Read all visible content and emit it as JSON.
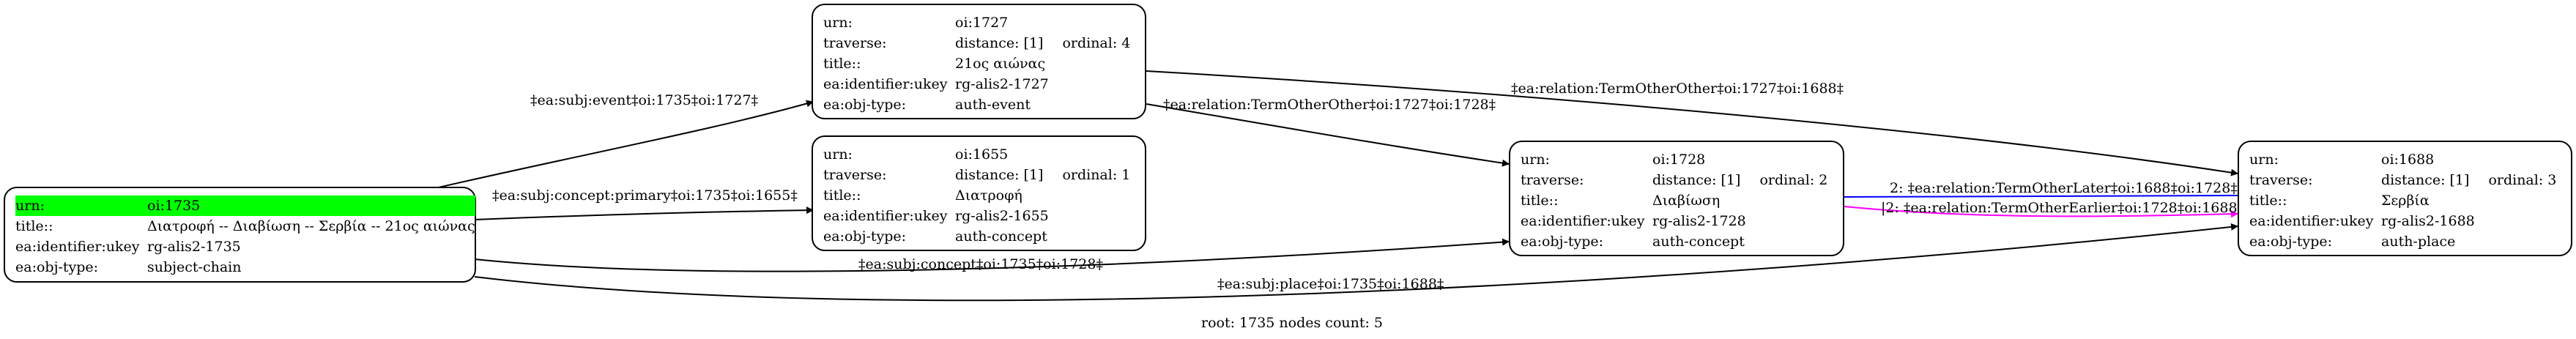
{
  "nodes": {
    "n1735": {
      "rows": [
        {
          "key": "urn:",
          "value": "oi:1735"
        },
        {
          "key": "title::",
          "value": "Διατροφή -- Διαβίωση -- Σερβία -- 21ος αιώνας"
        },
        {
          "key": "ea:identifier:ukey",
          "value": "rg-alis2-1735"
        },
        {
          "key": "ea:obj-type:",
          "value": "subject-chain"
        }
      ],
      "highlight_color": "#00ff00"
    },
    "n1727": {
      "rows": [
        {
          "key": "urn:",
          "value": "oi:1727"
        },
        {
          "key": "traverse:",
          "value": "distance: [1]",
          "extra": "ordinal: 4"
        },
        {
          "key": "title::",
          "value": "21ος αιώνας"
        },
        {
          "key": "ea:identifier:ukey",
          "value": "rg-alis2-1727"
        },
        {
          "key": "ea:obj-type:",
          "value": "auth-event"
        }
      ]
    },
    "n1655": {
      "rows": [
        {
          "key": "urn:",
          "value": "oi:1655"
        },
        {
          "key": "traverse:",
          "value": "distance: [1]",
          "extra": "ordinal: 1"
        },
        {
          "key": "title::",
          "value": "Διατροφή"
        },
        {
          "key": "ea:identifier:ukey",
          "value": "rg-alis2-1655"
        },
        {
          "key": "ea:obj-type:",
          "value": "auth-concept"
        }
      ]
    },
    "n1728": {
      "rows": [
        {
          "key": "urn:",
          "value": "oi:1728"
        },
        {
          "key": "traverse:",
          "value": "distance: [1]",
          "extra": "ordinal: 2"
        },
        {
          "key": "title::",
          "value": "Διαβίωση"
        },
        {
          "key": "ea:identifier:ukey",
          "value": "rg-alis2-1728"
        },
        {
          "key": "ea:obj-type:",
          "value": "auth-concept"
        }
      ]
    },
    "n1688": {
      "rows": [
        {
          "key": "urn:",
          "value": "oi:1688"
        },
        {
          "key": "traverse:",
          "value": "distance: [1]",
          "extra": "ordinal: 3"
        },
        {
          "key": "title::",
          "value": "Σερβία"
        },
        {
          "key": "ea:identifier:ukey",
          "value": "rg-alis2-1688"
        },
        {
          "key": "ea:obj-type:",
          "value": "auth-place"
        }
      ]
    }
  },
  "edges": [
    {
      "label": "‡ea:subj:event‡oi:1735‡oi:1727‡",
      "color": "#000000"
    },
    {
      "label": "‡ea:subj:concept:primary‡oi:1735‡oi:1655‡",
      "color": "#000000"
    },
    {
      "label": "‡ea:subj:concept‡oi:1735‡oi:1728‡",
      "color": "#000000"
    },
    {
      "label": "‡ea:subj:place‡oi:1735‡oi:1688‡",
      "color": "#000000"
    },
    {
      "label": "‡ea:relation:TermOtherOther‡oi:1727‡oi:1728‡",
      "color": "#000000"
    },
    {
      "label": "‡ea:relation:TermOtherOther‡oi:1727‡oi:1688‡",
      "color": "#000000"
    },
    {
      "label": "2: ‡ea:relation:TermOtherLater‡oi:1688‡oi:1728‡",
      "color": "#0000ff"
    },
    {
      "label": "|2: ‡ea:relation:TermOtherEarlier‡oi:1728‡oi:1688‡",
      "color": "#ff00ff"
    }
  ],
  "footer": "root: 1735 nodes count: 5"
}
